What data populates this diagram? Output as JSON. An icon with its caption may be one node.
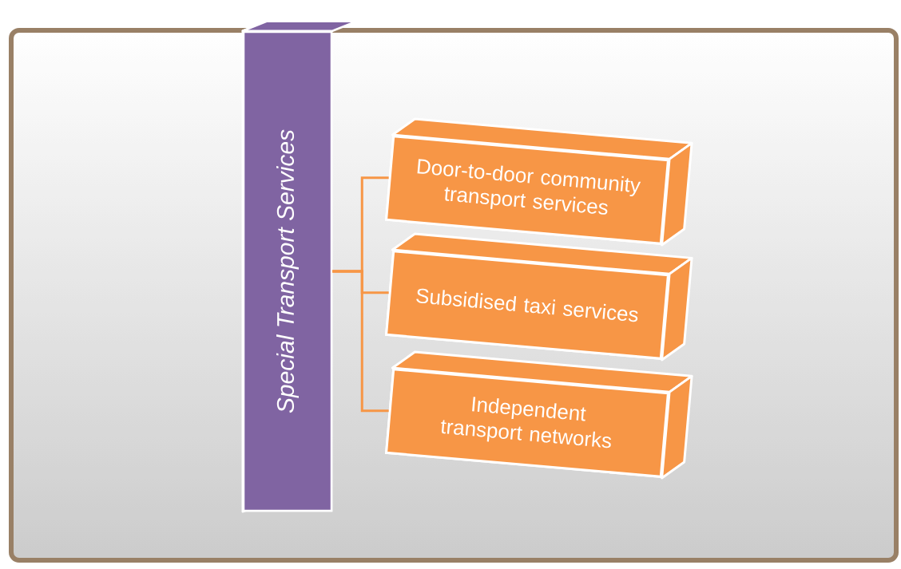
{
  "diagram": {
    "nodes": [
      {
        "text": [
          "Special Transport Services"
        ]
      },
      {
        "text": [
          "Door-to-door community transport services"
        ]
      },
      {
        "text": [
          "Subsidised taxi services"
        ]
      },
      {
        "text": [
          "Independent transport networks"
        ]
      }
    ],
    "edges": [
      {
        "from": 0,
        "to": 1,
        "arrow": "none"
      },
      {
        "from": 0,
        "to": 2,
        "arrow": "none"
      },
      {
        "from": 0,
        "to": 3,
        "arrow": "none"
      }
    ]
  }
}
